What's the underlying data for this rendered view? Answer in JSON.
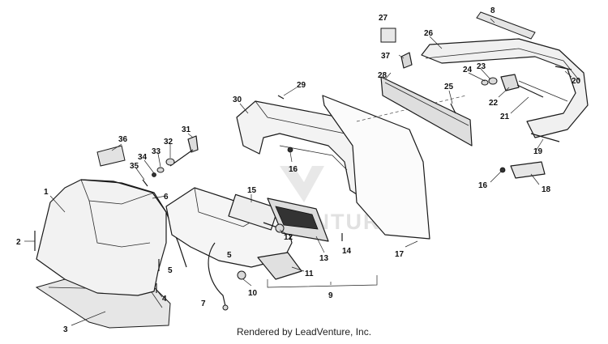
{
  "watermark": "LEADVENTURE",
  "footer": "Rendered by LeadVenture, Inc.",
  "callouts": [
    "1",
    "2",
    "3",
    "4",
    "5",
    "5",
    "6",
    "7",
    "8",
    "9",
    "10",
    "11",
    "12",
    "13",
    "14",
    "15",
    "16",
    "16",
    "17",
    "18",
    "19",
    "20",
    "21",
    "22",
    "23",
    "24",
    "25",
    "26",
    "27",
    "28",
    "29",
    "30",
    "31",
    "32",
    "33",
    "34",
    "35",
    "36",
    "37"
  ]
}
